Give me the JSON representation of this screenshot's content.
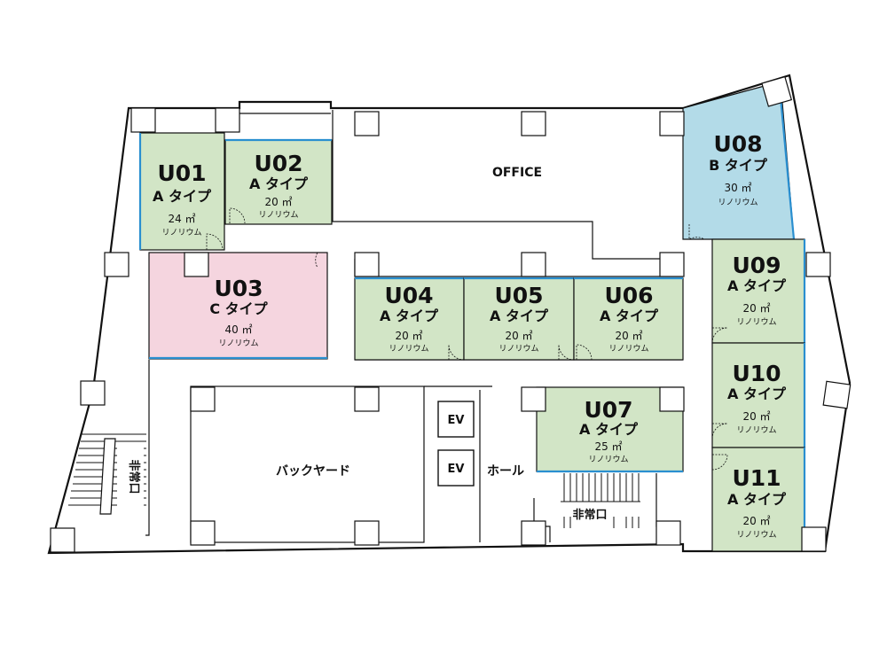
{
  "colors": {
    "a_type": "#d2e5c6",
    "b_type": "#b3dbe8",
    "c_type": "#f5d5df",
    "accent_edge": "#2a8fd0"
  },
  "units": [
    {
      "name": "U01",
      "type": "A タイプ",
      "area": "24 ㎡",
      "floor": "リノリウム"
    },
    {
      "name": "U02",
      "type": "A タイプ",
      "area": "20 ㎡",
      "floor": "リノリウム"
    },
    {
      "name": "U03",
      "type": "C タイプ",
      "area": "40 ㎡",
      "floor": "リノリウム"
    },
    {
      "name": "U04",
      "type": "A タイプ",
      "area": "20 ㎡",
      "floor": "リノリウム"
    },
    {
      "name": "U05",
      "type": "A タイプ",
      "area": "20 ㎡",
      "floor": "リノリウム"
    },
    {
      "name": "U06",
      "type": "A タイプ",
      "area": "20 ㎡",
      "floor": "リノリウム"
    },
    {
      "name": "U07",
      "type": "A タイプ",
      "area": "25 ㎡",
      "floor": "リノリウム"
    },
    {
      "name": "U08",
      "type": "B タイプ",
      "area": "30 ㎡",
      "floor": "リノリウム"
    },
    {
      "name": "U09",
      "type": "A タイプ",
      "area": "20 ㎡",
      "floor": "リノリウム"
    },
    {
      "name": "U10",
      "type": "A タイプ",
      "area": "20 ㎡",
      "floor": "リノリウム"
    },
    {
      "name": "U11",
      "type": "A タイプ",
      "area": "20 ㎡",
      "floor": "リノリウム"
    }
  ],
  "areas": {
    "office": "OFFICE",
    "backyard": "バックヤード",
    "hall": "ホール",
    "elevator_1": "EV",
    "elevator_2": "EV"
  },
  "exits": {
    "left": "非常口",
    "center": "非常口"
  }
}
